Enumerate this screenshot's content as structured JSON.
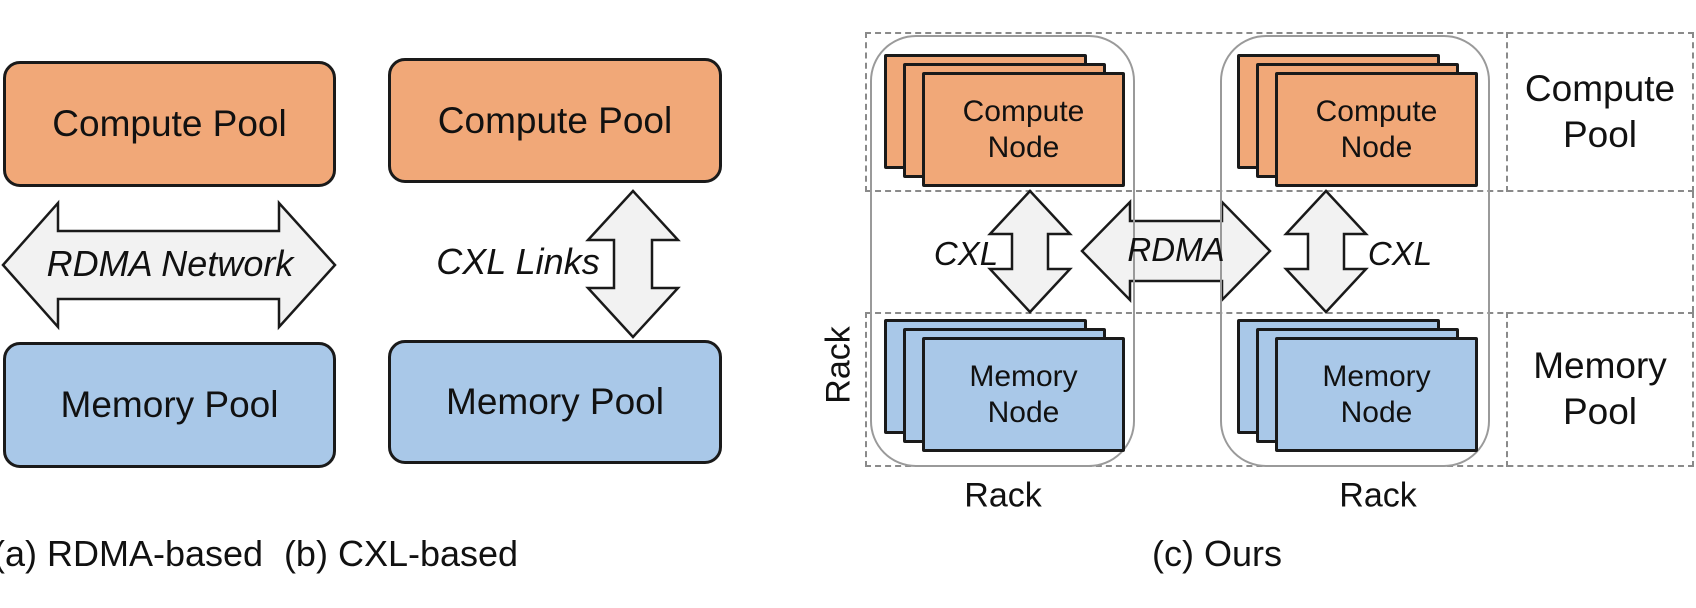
{
  "colors": {
    "compute_fill": "#F1A878",
    "memory_fill": "#A9C8E8",
    "arrow_fill": "#F2F2F2",
    "outline": "#1A1A1A",
    "rack_border": "#9A9A9A",
    "dash_color": "#8A8A8A"
  },
  "panel_a": {
    "compute_box": "Compute Pool",
    "arrow_label": "RDMA Network",
    "memory_box": "Memory Pool",
    "caption": "(a) RDMA-based"
  },
  "panel_b": {
    "compute_box": "Compute Pool",
    "arrow_label": "CXL Links",
    "memory_box": "Memory Pool",
    "caption": "(b) CXL-based"
  },
  "panel_c": {
    "caption": "(c) Ours",
    "side_rack_label": "Rack",
    "rdma_arrow_label": "RDMA",
    "rack1": {
      "cxl_label": "CXL",
      "bottom_label": "Rack",
      "compute_node": {
        "line1": "Compute",
        "line2": "Node"
      },
      "memory_node": {
        "line1": "Memory",
        "line2": "Node"
      }
    },
    "rack2": {
      "cxl_label": "CXL",
      "bottom_label": "Rack",
      "compute_node": {
        "line1": "Compute",
        "line2": "Node"
      },
      "memory_node": {
        "line1": "Memory",
        "line2": "Node"
      }
    },
    "pool_column": {
      "compute": {
        "line1": "Compute",
        "line2": "Pool"
      },
      "memory": {
        "line1": "Memory",
        "line2": "Pool"
      }
    }
  }
}
